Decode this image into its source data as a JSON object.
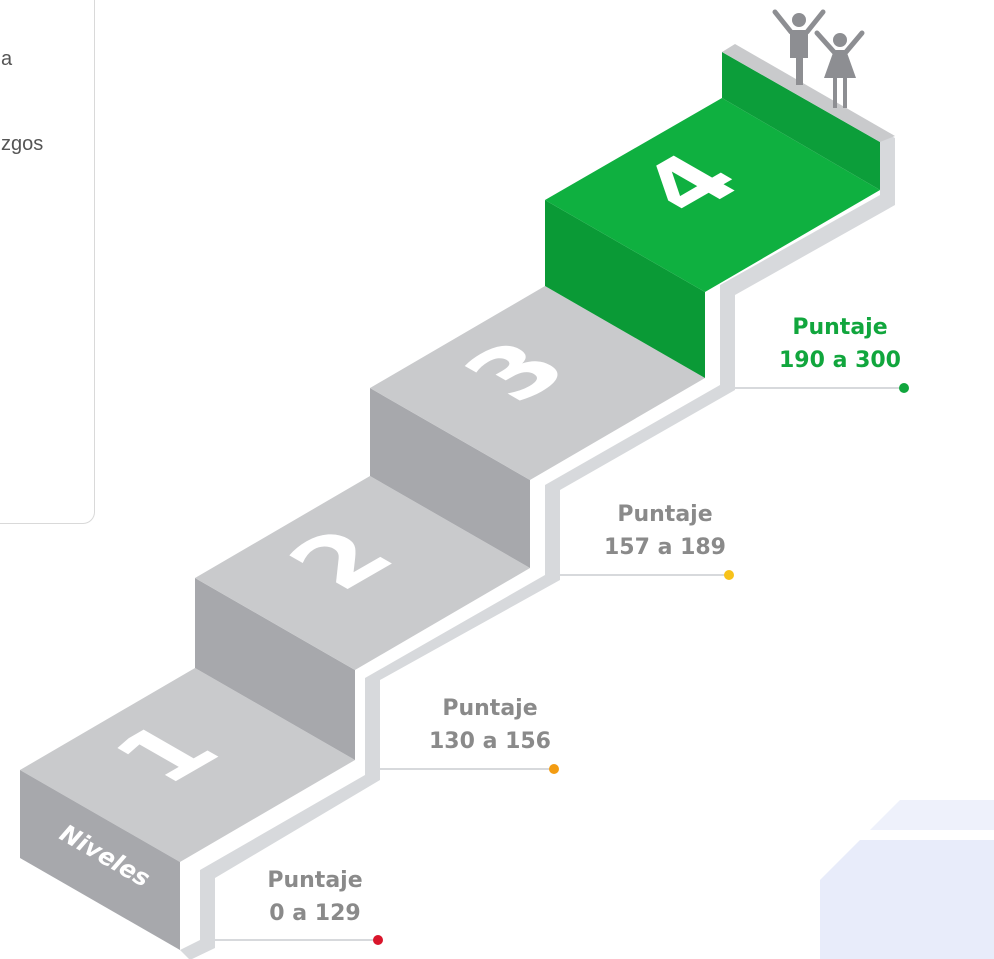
{
  "card": {
    "line1": "a",
    "line2": "zgos"
  },
  "diagram": {
    "title_tag": "Niveles",
    "steps": [
      {
        "number": "1",
        "label_line1": "Puntaje",
        "label_line2": "0 a 129",
        "label_color": "#8a8a8a",
        "dot_color": "#d9152b"
      },
      {
        "number": "2",
        "label_line1": "Puntaje",
        "label_line2": "130 a 156",
        "label_color": "#8a8a8a",
        "dot_color": "#f39c12"
      },
      {
        "number": "3",
        "label_line1": "Puntaje",
        "label_line2": "157 a 189",
        "label_color": "#8a8a8a",
        "dot_color": "#f7c21a"
      },
      {
        "number": "4",
        "label_line1": "Puntaje",
        "label_line2": "190 a 300",
        "label_color": "#11a63d",
        "dot_color": "#11a63d"
      }
    ],
    "colors": {
      "step_top": "#c9cacc",
      "step_front": "#a7a8ac",
      "step_side": "#b8b9bd",
      "step_top_highlight": "#0fb040",
      "step_front_highlight": "#0a9a36",
      "rail": "#d7d9dc",
      "figure": "#8d8e92",
      "watermark": "#e8ecfa"
    }
  }
}
